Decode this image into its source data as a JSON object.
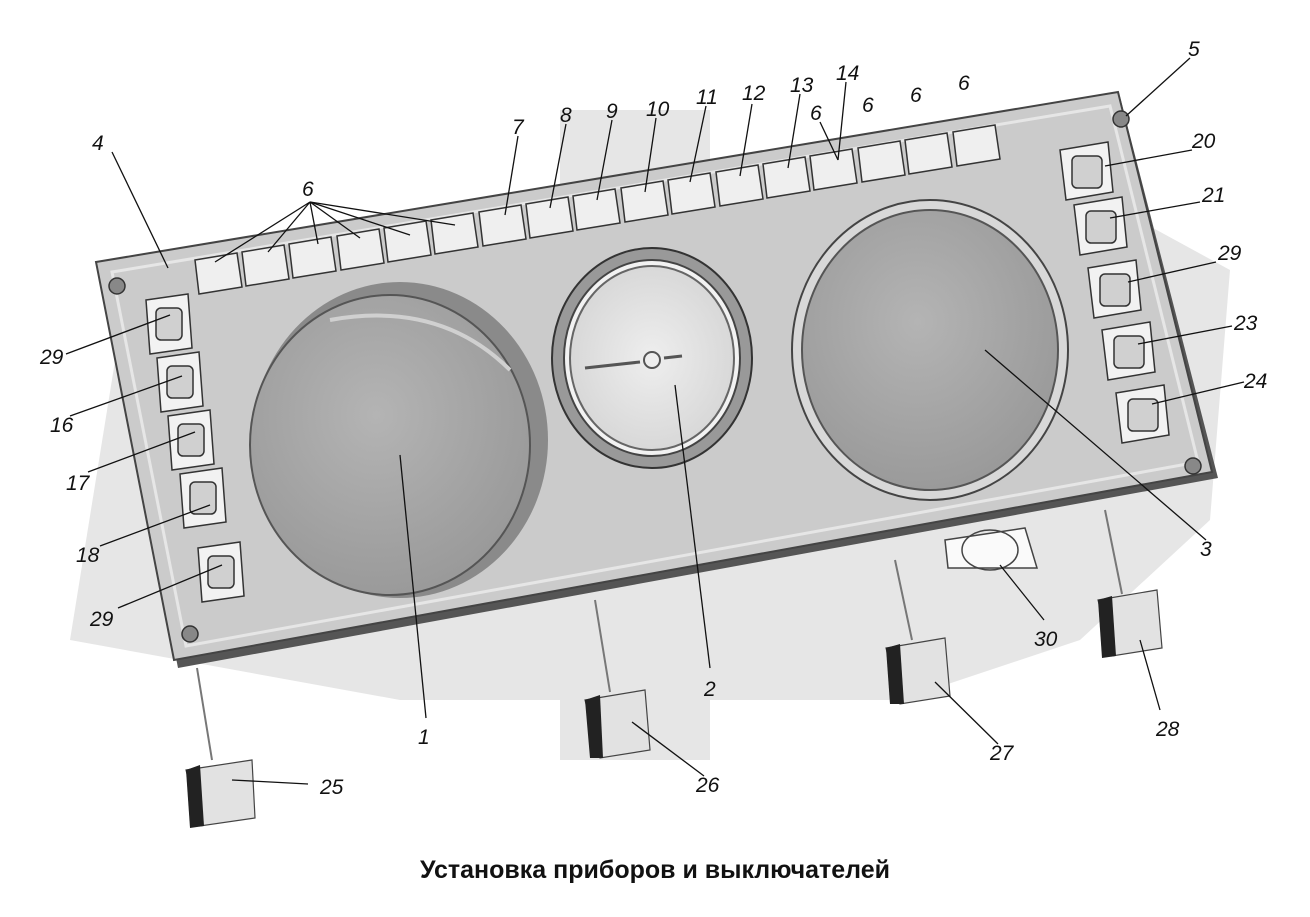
{
  "caption": "Установка приборов и выключателей",
  "callouts": {
    "c1": "1",
    "c2": "2",
    "c3": "3",
    "c4": "4",
    "c5": "5",
    "c6a": "6",
    "c6b": "6",
    "c6c": "6",
    "c6d": "6",
    "c6e": "6",
    "c7": "7",
    "c8": "8",
    "c9": "9",
    "c10": "10",
    "c11": "11",
    "c12": "12",
    "c13": "13",
    "c14": "14",
    "c16": "16",
    "c17": "17",
    "c18": "18",
    "c20": "20",
    "c21": "21",
    "c23": "23",
    "c24": "24",
    "c25": "25",
    "c26": "26",
    "c27": "27",
    "c28": "28",
    "c29a": "29",
    "c29b": "29",
    "c29c": "29",
    "c30": "30"
  },
  "colors": {
    "panel": "#c9c9c9",
    "gauge": "#a9a9a9",
    "gear_watermark": "#e4e4e4",
    "ink": "#111111"
  }
}
